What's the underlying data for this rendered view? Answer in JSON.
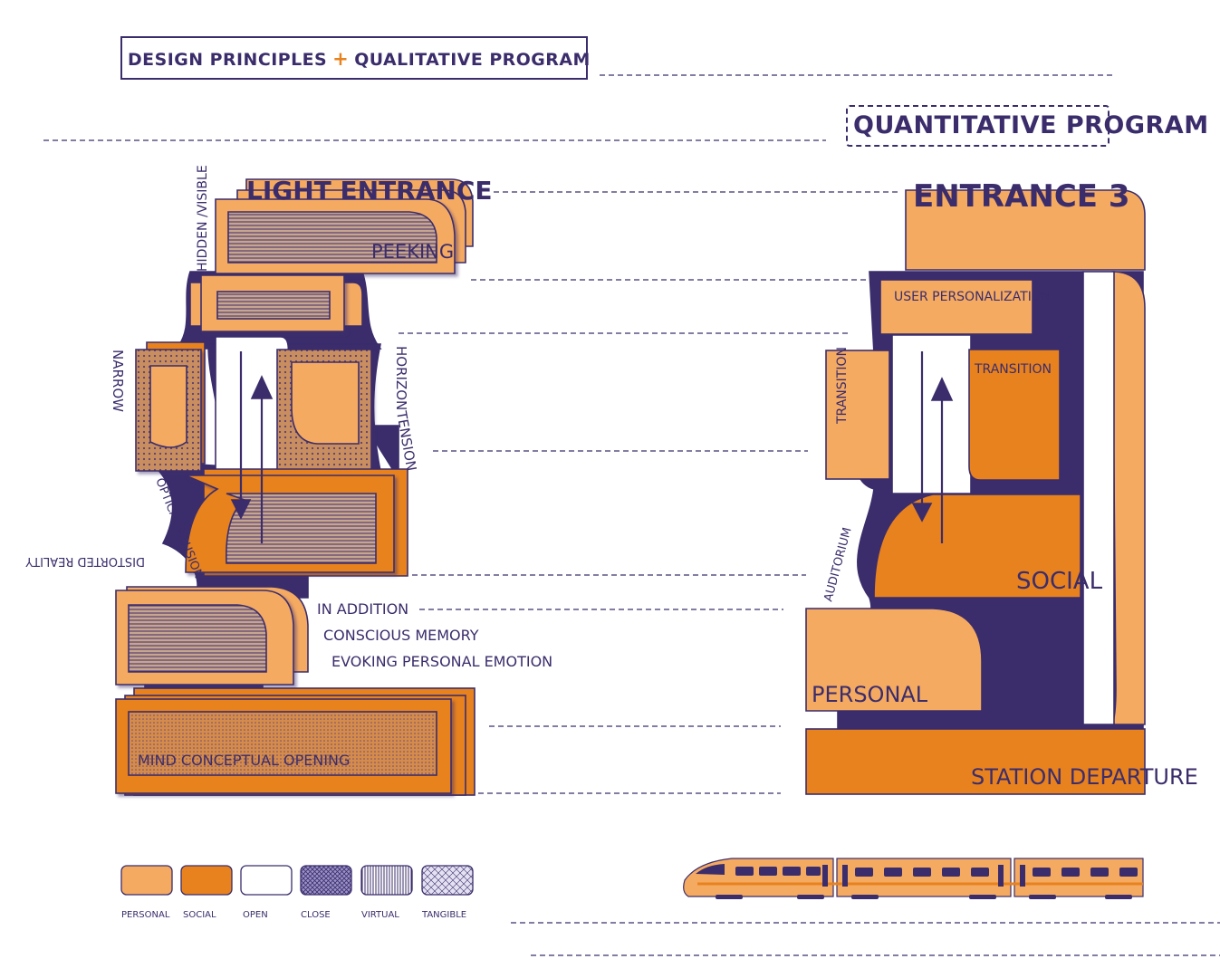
{
  "header": {
    "title_left": "DESIGN PRINCIPLES",
    "title_plus": "+",
    "title_right": "QUALITATIVE PROGRAM",
    "quant_title": "QUANTITATIVE PROGRAM"
  },
  "left_labels": {
    "light_entrance": "LIGHT ENTRANCE",
    "hidden_visible": "HIDDEN /VISIBLE",
    "peeking": "PEEKING",
    "narrow": "NARROW",
    "horizon": "HORIZON",
    "tension": "TENSION",
    "optical_illusion": "OPTICAL ILLUSION",
    "distorted_reality": "DISTORTED REALITY",
    "in_addition": "IN ADDITION",
    "conscious_memory": "CONSCIOUS MEMORY",
    "evoking": "EVOKING PERSONAL EMOTION",
    "mind_opening": "MIND CONCEPTUAL OPENING"
  },
  "right_labels": {
    "entrance": "ENTRANCE  3",
    "user_personalization": "USER PERSONALIZATION",
    "transition_left": "TRANSITION",
    "transition_right": "TRANSITION",
    "auditorium": "AUDITORIUM",
    "social": "SOCIAL",
    "personal": "PERSONAL",
    "station_departure": "STATION DEPARTURE"
  },
  "legend": [
    {
      "label": "PERSONAL",
      "color": "#f5aa62"
    },
    {
      "label": "SOCIAL",
      "color": "#e8821f"
    },
    {
      "label": "OPEN",
      "color": "#ffffff"
    },
    {
      "label": "CLOSE",
      "color": "#9b93c8"
    },
    {
      "label": "VIRTUAL",
      "color": "#b7b0db"
    },
    {
      "label": "TANGIBLE",
      "color": "#e4e1f2"
    }
  ],
  "colors": {
    "personal": "#f5aa62",
    "social": "#e8821f",
    "ink": "#3b2d6b"
  },
  "icons": [
    "train-illustration",
    "up-arrow-icon",
    "down-arrow-icon"
  ]
}
